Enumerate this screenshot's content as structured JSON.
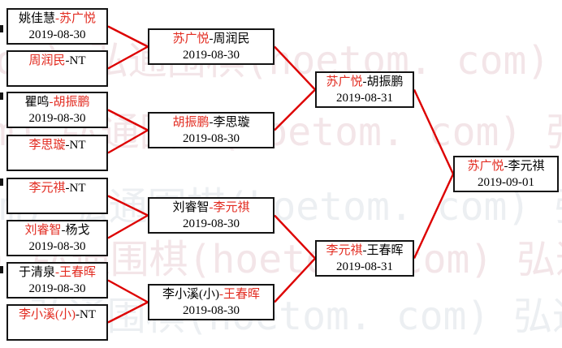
{
  "page": {
    "background": "#ffffff"
  },
  "watermark": {
    "text": "弘通围棋(hoetom. com) ",
    "pink": "#f3e5e8",
    "gray": "#eceff2"
  },
  "bracket": {
    "line_color": "#dd0000",
    "win_color": "#e22b20",
    "loss_color": "#000000",
    "border_color": "#141414",
    "rounds": [
      {
        "name": "round-1",
        "matches": [
          {
            "p1": "姚佳慧",
            "p1_win": false,
            "p2": "苏广悦",
            "p2_win": true,
            "date": "2019-08-30"
          },
          {
            "p1": "周润民",
            "p1_win": true,
            "p2": "NT",
            "p2_win": false,
            "date": ""
          },
          {
            "p1": "瞿鸣",
            "p1_win": false,
            "p2": "胡振鹏",
            "p2_win": true,
            "date": "2019-08-30"
          },
          {
            "p1": "李思璇",
            "p1_win": true,
            "p2": "NT",
            "p2_win": false,
            "date": ""
          },
          {
            "p1": "李元祺",
            "p1_win": true,
            "p2": "NT",
            "p2_win": false,
            "date": ""
          },
          {
            "p1": "刘睿智",
            "p1_win": true,
            "p2": "杨戈",
            "p2_win": false,
            "date": "2019-08-30"
          },
          {
            "p1": "于清泉",
            "p1_win": false,
            "p2": "王春晖",
            "p2_win": true,
            "date": "2019-08-30"
          },
          {
            "p1": "李小溪(小)",
            "p1_win": true,
            "p2": "NT",
            "p2_win": false,
            "date": ""
          }
        ]
      },
      {
        "name": "round-2",
        "matches": [
          {
            "p1": "苏广悦",
            "p1_win": true,
            "p2": "周润民",
            "p2_win": false,
            "date": "2019-08-30"
          },
          {
            "p1": "胡振鹏",
            "p1_win": true,
            "p2": "李思璇",
            "p2_win": false,
            "date": "2019-08-30"
          },
          {
            "p1": "刘睿智",
            "p1_win": false,
            "p2": "李元祺",
            "p2_win": true,
            "date": "2019-08-30"
          },
          {
            "p1": "李小溪(小)",
            "p1_win": false,
            "p2": "王春晖",
            "p2_win": true,
            "date": "2019-08-30"
          }
        ]
      },
      {
        "name": "semifinal",
        "matches": [
          {
            "p1": "苏广悦",
            "p1_win": true,
            "p2": "胡振鹏",
            "p2_win": false,
            "date": "2019-08-31"
          },
          {
            "p1": "李元祺",
            "p1_win": true,
            "p2": "王春晖",
            "p2_win": false,
            "date": "2019-08-31"
          }
        ]
      },
      {
        "name": "final",
        "matches": [
          {
            "p1": "苏广悦",
            "p1_win": true,
            "p2": "李元祺",
            "p2_win": false,
            "date": "2019-09-01"
          }
        ]
      }
    ]
  }
}
